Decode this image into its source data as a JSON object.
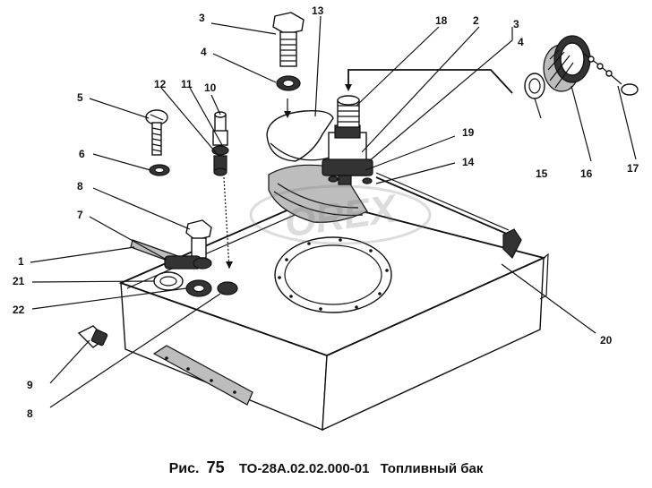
{
  "caption": {
    "prefix": "Рис.",
    "figure_number": "75",
    "code": "ТО-28А.02.02.000-01",
    "title": "Топливный бак"
  },
  "watermark": {
    "text": "OREX"
  },
  "callouts": {
    "c1": "1",
    "c2": "2",
    "c3a": "3",
    "c3b": "3",
    "c4a": "4",
    "c4b": "4",
    "c5": "5",
    "c6": "6",
    "c7": "7",
    "c8a": "8",
    "c8b": "8",
    "c9": "9",
    "c10": "10",
    "c11": "11",
    "c12": "12",
    "c13": "13",
    "c14": "14",
    "c15": "15",
    "c16": "16",
    "c17": "17",
    "c18": "18",
    "c19": "19",
    "c20": "20",
    "c21": "21",
    "c22": "22"
  }
}
